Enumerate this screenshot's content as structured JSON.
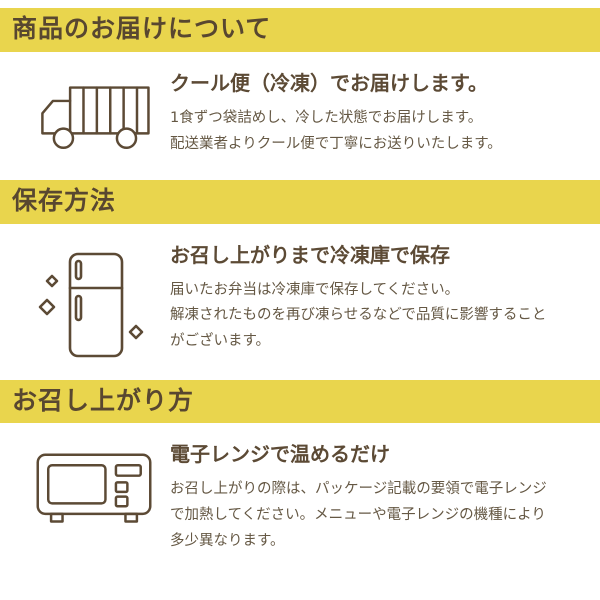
{
  "page": {
    "background": "#ffffff",
    "accent_yellow": "#e9d54d",
    "heading_brown": "#5c4a35",
    "body_brown": "#655844"
  },
  "sections": [
    {
      "header": "商品のお届けについて",
      "icon": "truck-icon",
      "title": "クール便（冷凍）でお届けします。",
      "body": "1食ずつ袋詰めし、冷した状態でお届けします。\n配送業者よりクール便で丁寧にお送りいたします。"
    },
    {
      "header": "保存方法",
      "icon": "refrigerator-icon",
      "title": "お召し上がりまで冷凍庫で保存",
      "body": "届いたお弁当は冷凍庫で保存してください。\n解凍されたものを再び凍らせるなどで品質に影響することがございます。"
    },
    {
      "header": "お召し上がり方",
      "icon": "microwave-icon",
      "title": "電子レンジで温めるだけ",
      "body": "お召し上がりの際は、パッケージ記載の要領で電子レンジで加熱してください。メニューや電子レンジの機種により多少異なります。"
    }
  ]
}
